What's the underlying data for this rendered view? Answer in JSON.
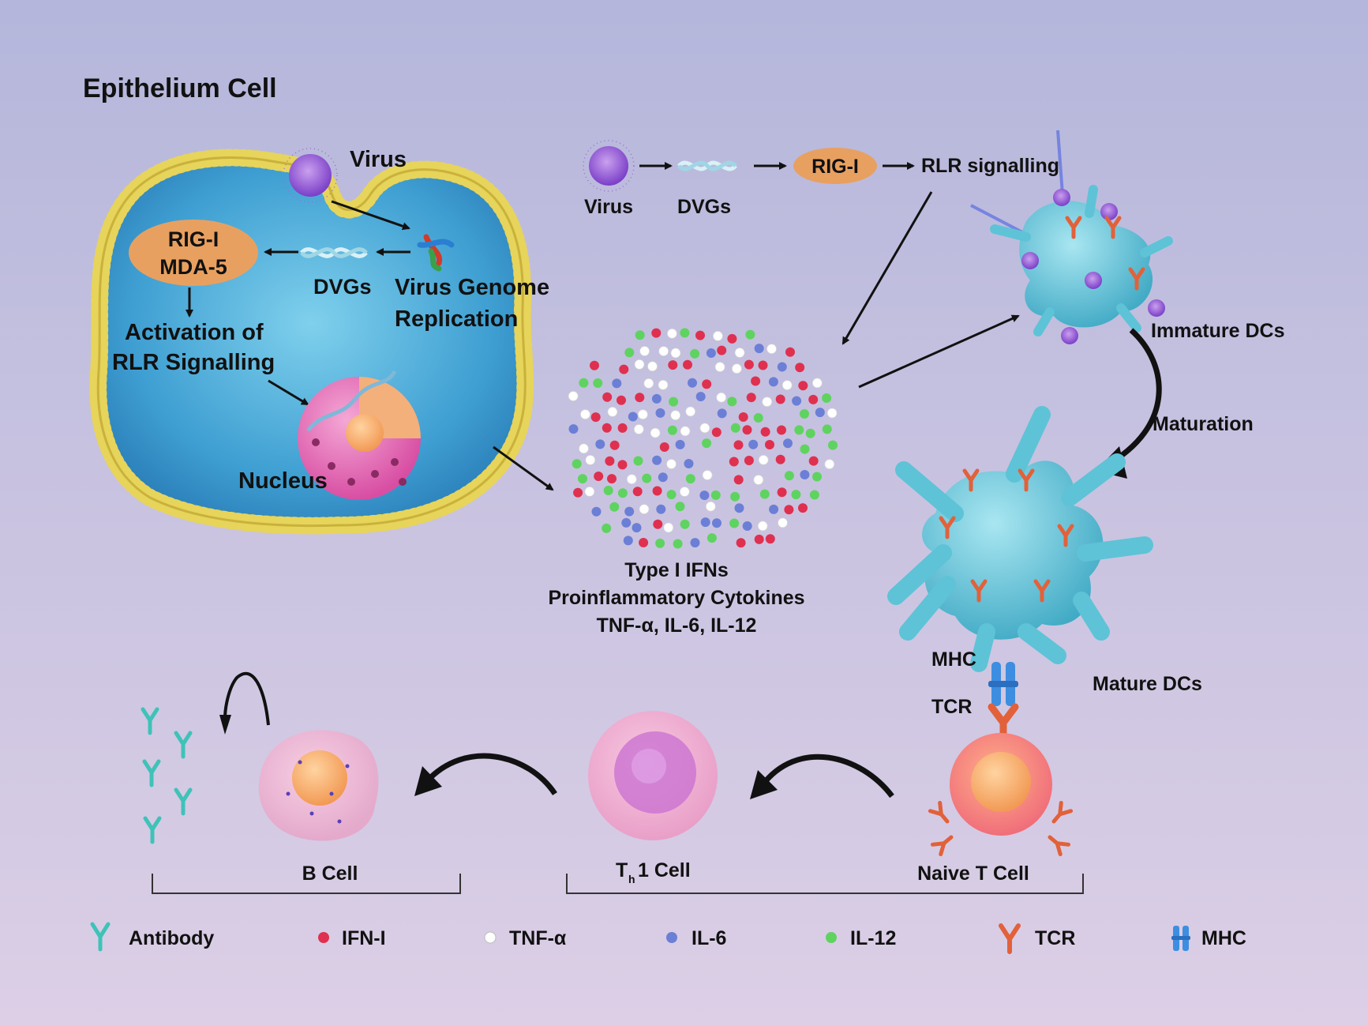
{
  "title": "Epithelium Cell",
  "epithelium": {
    "virus": "Virus",
    "sensor_line1": "RIG-I",
    "sensor_line2": "MDA-5",
    "dvgs": "DVGs",
    "replication_line1": "Virus Genome",
    "replication_line2": "Replication",
    "activation_line1": "Activation of",
    "activation_line2": "RLR Signalling",
    "nucleus": "Nucleus"
  },
  "pathway": {
    "virus": "Virus",
    "dvgs": "DVGs",
    "rig": "RIG-I",
    "rlr": "RLR signalling"
  },
  "cytokines": {
    "line1": "Type I IFNs",
    "line2": "Proinflammatory Cytokines",
    "line3": "TNF-α, IL-6, IL-12"
  },
  "dcs": {
    "immature": "Immature DCs",
    "maturation": "Maturation",
    "mature": "Mature DCs",
    "mhc": "MHC",
    "tcr": "TCR"
  },
  "cells": {
    "naive_t": "Naive T Cell",
    "th1_main": "T",
    "th1_sub": "h",
    "th1_rest": "1 Cell",
    "b_cell": "B Cell"
  },
  "legend": [
    {
      "label": "Antibody",
      "icon": "antibody-icon"
    },
    {
      "label": "IFN-I",
      "icon": "ifn-dot",
      "color": "#e0304f"
    },
    {
      "label": "TNF-α",
      "icon": "tnf-dot",
      "color": "#ffffff"
    },
    {
      "label": "IL-6",
      "icon": "il6-dot",
      "color": "#6b7fd6"
    },
    {
      "label": "IL-12",
      "icon": "il12-dot",
      "color": "#5fd35f"
    },
    {
      "label": "TCR",
      "icon": "tcr-icon"
    },
    {
      "label": "MHC",
      "icon": "mhc-icon"
    }
  ],
  "colors": {
    "ifn": "#e0304f",
    "tnf": "#ffffff",
    "il6": "#6b7fd6",
    "il12": "#5fd35f",
    "dc": "#5ec3d6",
    "antibody": "#3fc2b8",
    "tcr": "#e2613a",
    "mhc": "#3d8ee0",
    "receptor_pill": "#e8a060"
  }
}
